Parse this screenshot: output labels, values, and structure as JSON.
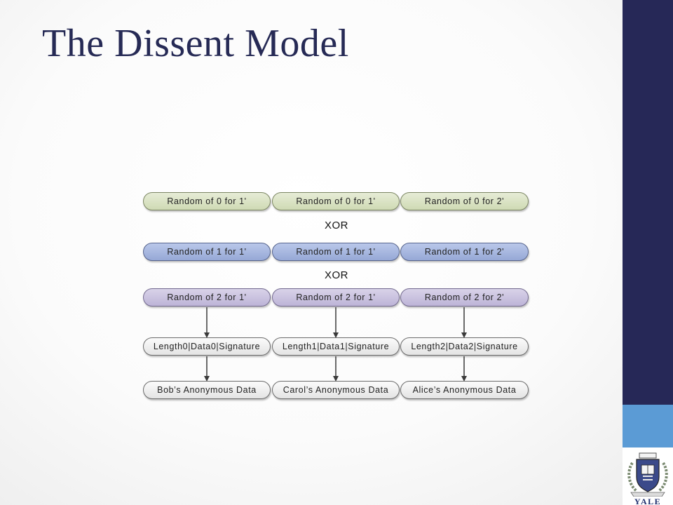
{
  "slide": {
    "title": "The Dissent Model"
  },
  "diagram": {
    "rows": [
      {
        "kind": "random-0",
        "cells": [
          "Random of 0 for 1'",
          "Random of 0 for 1'",
          "Random of 0 for 2'"
        ]
      },
      {
        "kind": "random-1",
        "cells": [
          "Random of 1 for 1'",
          "Random of 1 for 1'",
          "Random of 1 for 2'"
        ]
      },
      {
        "kind": "random-2",
        "cells": [
          "Random of 2 for 1'",
          "Random of 2 for 1'",
          "Random of 2 for 2'"
        ]
      },
      {
        "kind": "messages",
        "cells": [
          "Length0|Data0|Signature",
          "Length1|Data1|Signature",
          "Length2|Data2|Signature"
        ]
      },
      {
        "kind": "anonymous",
        "cells": [
          "Bob’s Anonymous Data",
          "Carol’s Anonymous Data",
          "Alice’s Anonymous Data"
        ]
      }
    ],
    "operators": [
      "XOR",
      "XOR"
    ]
  },
  "theme": {
    "title_color": "#262a55",
    "sidebar_navy": "#262857",
    "sidebar_blue": "#5b9bd5"
  },
  "logo": {
    "icon": "yale-shield-icon",
    "text": "YALE"
  }
}
